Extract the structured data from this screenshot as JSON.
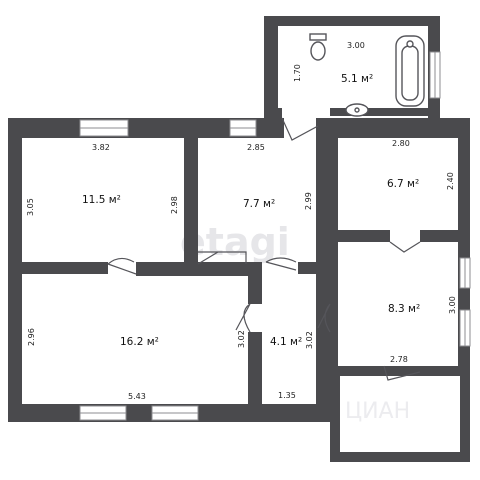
{
  "rooms": [
    {
      "id": "bathroom",
      "area": "5.1 м²",
      "dims": [
        "3.00",
        "1.70"
      ]
    },
    {
      "id": "room-top-left",
      "area": "11.5 м²",
      "dims": [
        "3.82",
        "3.05",
        "2.98"
      ]
    },
    {
      "id": "room-top-middle",
      "area": "7.7 м²",
      "dims": [
        "2.85",
        "2.99"
      ]
    },
    {
      "id": "room-top-right",
      "area": "6.7 м²",
      "dims": [
        "2.80",
        "2.40"
      ]
    },
    {
      "id": "room-bottom-left",
      "area": "16.2 м²",
      "dims": [
        "5.43",
        "2.96",
        "3.02"
      ]
    },
    {
      "id": "hall",
      "area": "4.1 м²",
      "dims": [
        "1.35",
        "3.02"
      ]
    },
    {
      "id": "room-right-middle",
      "area": "8.3 м²",
      "dims": [
        "3.00",
        "2.78"
      ]
    }
  ],
  "watermarks": {
    "primary": "etagi",
    "secondary": "ЦИАН"
  },
  "colors": {
    "wall": "#4a4a4d",
    "background": "#ffffff",
    "text": "#111111"
  }
}
